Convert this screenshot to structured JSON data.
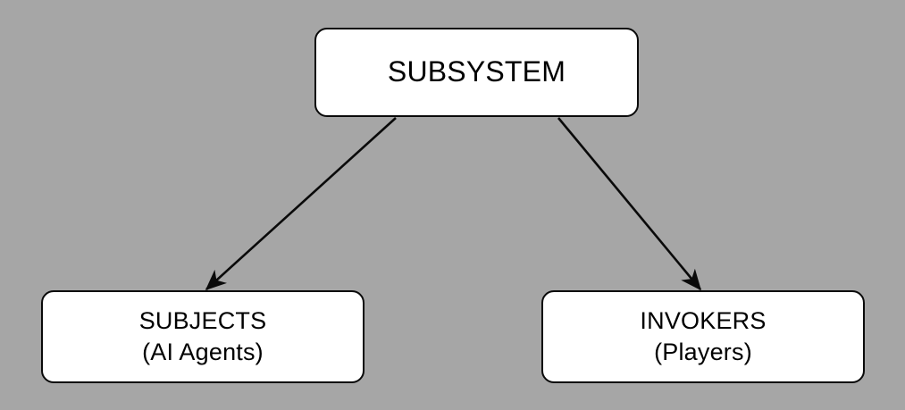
{
  "diagram": {
    "background_color": "#a6a6a6",
    "node_fill_color": "#ffffff",
    "node_border_color": "#0a0a0a",
    "edge_color": "#0a0a0a",
    "nodes": [
      {
        "id": "subsystem",
        "title": "SUBSYSTEM",
        "subtitle": ""
      },
      {
        "id": "subjects",
        "title": "SUBJECTS",
        "subtitle": "(AI Agents)"
      },
      {
        "id": "invokers",
        "title": "INVOKERS",
        "subtitle": "(Players)"
      }
    ],
    "edges": [
      {
        "id": "subsystem-to-subjects",
        "from": "subsystem",
        "to": "subjects",
        "label": "",
        "arrowhead": "filled-triangle"
      },
      {
        "id": "subsystem-to-invokers",
        "from": "subsystem",
        "to": "invokers",
        "label": "",
        "arrowhead": "filled-triangle"
      }
    ]
  }
}
